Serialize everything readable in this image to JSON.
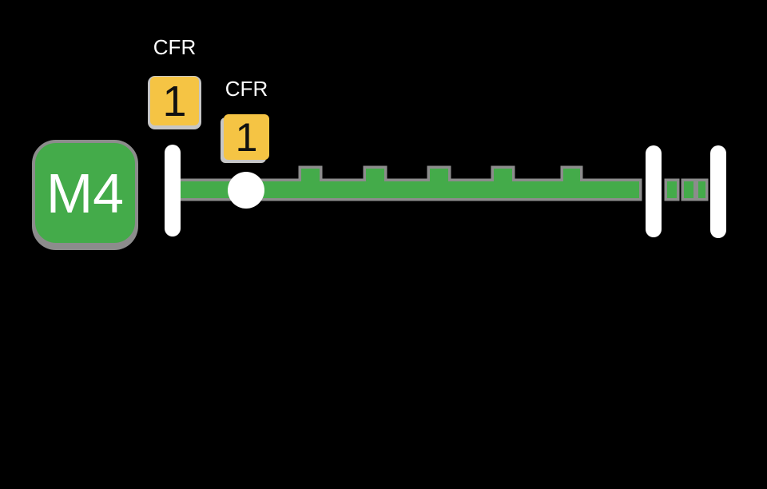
{
  "colors": {
    "background": "#000000",
    "line_green": "#44ab4a",
    "track_outline": "#8c8c8c",
    "station_white": "#ffffff",
    "badge_yellow": "#f5c444",
    "badge_outline": "#c6c6c6",
    "badge_text": "#111111",
    "label_text": "#ffffff"
  },
  "line_badge": {
    "label": "M4"
  },
  "transfers": [
    {
      "agency": "CFR",
      "line_number": "1"
    },
    {
      "agency": "CFR",
      "line_number": "1"
    }
  ]
}
